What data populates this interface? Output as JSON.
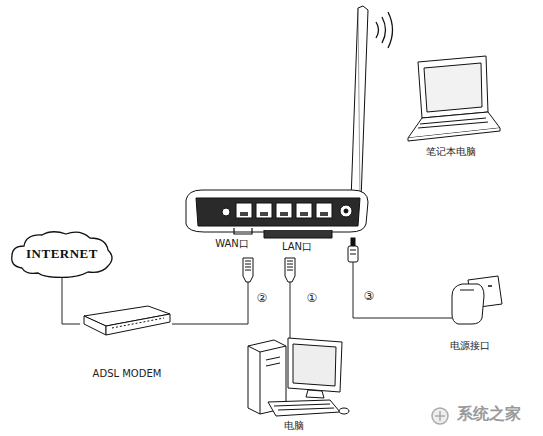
{
  "diagram": {
    "nodes": [
      {
        "text": [
          "笔记本电脑"
        ]
      },
      {
        "text": [
          "INTERNET"
        ]
      },
      {
        "text": [
          "ADSL MODEM"
        ]
      },
      {
        "text": [
          "电源接口"
        ]
      },
      {
        "text": [
          "电脑"
        ]
      }
    ],
    "edges": [
      {
        "from": 1,
        "to": 2,
        "arrow": "none"
      }
    ],
    "labels": [
      "WAN口",
      "LAN口",
      "②",
      "①",
      "③",
      "系统之家"
    ]
  }
}
